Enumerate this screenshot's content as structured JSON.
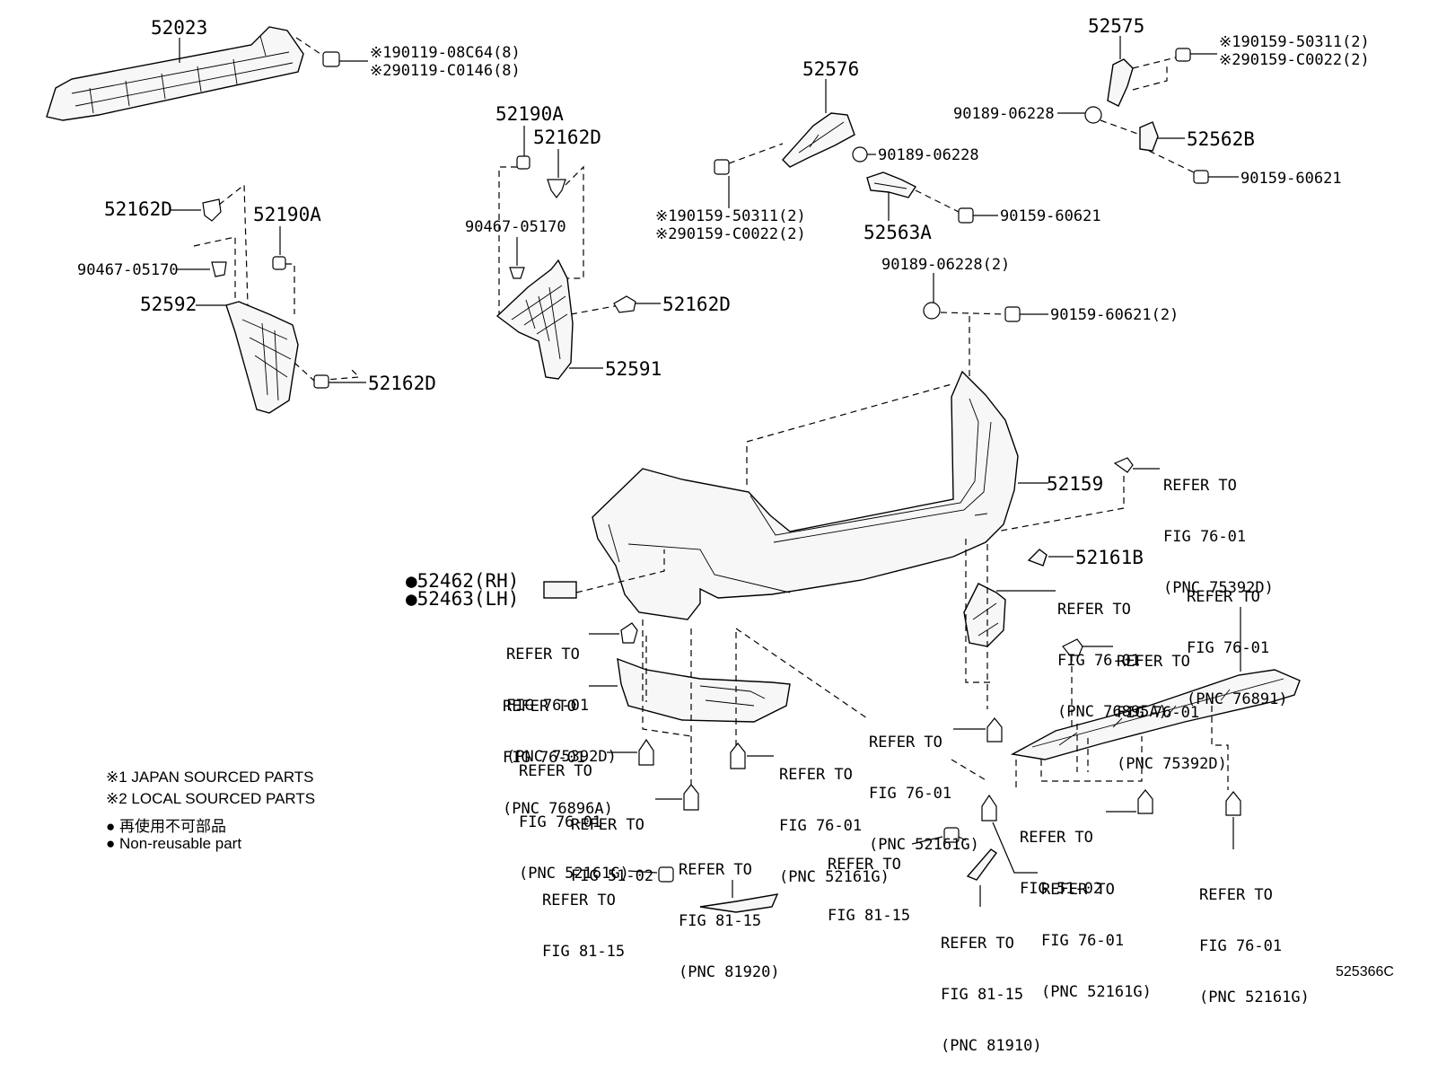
{
  "labels": {
    "p52023": "52023",
    "s1_190119": "※190119-08C64(8)",
    "s2_290119": "※290119-C0146(8)",
    "p52576": "52576",
    "p52575": "52575",
    "s1_190159_top": "※190159-50311(2)",
    "s2_290159_top": "※290159-C0022(2)",
    "b90189_a": "90189-06228",
    "p52562B": "52562B",
    "b90159_a": "90159-60621",
    "b90189_b": "90189-06228",
    "s1_190159_mid": "※190159-50311(2)",
    "s2_290159_mid": "※290159-C0022(2)",
    "p52563A": "52563A",
    "b90159_b": "90159-60621",
    "b90189_2": "90189-06228(2)",
    "b90159_2": "90159-60621(2)",
    "p52190A_r": "52190A",
    "p52162D_r1": "52162D",
    "p90467_r": "90467-05170",
    "p52162D_r2": "52162D",
    "p52591": "52591",
    "p52162D_l1": "52162D",
    "p52190A_l": "52190A",
    "p90467_l": "90467-05170",
    "p52592": "52592",
    "p52162D_l2": "52162D",
    "p52159": "52159",
    "p52161B": "52161B",
    "p52462": "●52462(RH)",
    "p52463": "●52463(LH)"
  },
  "refs": {
    "r1": [
      "REFER TO",
      "FIG 76-01",
      "(PNC 75392D)"
    ],
    "r2": [
      "REFER TO",
      "FIG 76-01",
      "(PNC 76895A)"
    ],
    "r3": [
      "REFER TO",
      "FIG 76-01",
      "(PNC 76891)"
    ],
    "r4": [
      "REFER TO",
      "FIG 76-01",
      "(PNC 75392D)"
    ],
    "r5": [
      "REFER TO",
      "FIG 76-01",
      "(PNC 75392D)"
    ],
    "r6": [
      "REFER TO",
      "FIG 76-01",
      "(PNC 76896A)"
    ],
    "r7": [
      "REFER TO",
      "FIG 76-01",
      "(PNC 52161G)"
    ],
    "r8": [
      "REFER TO",
      "FIG 76-01",
      "(PNC 52161G)"
    ],
    "r9": [
      "REFER TO",
      "FIG 76-01",
      "(PNC 52161G)"
    ],
    "r10": [
      "REFER TO",
      "FIG 51-02"
    ],
    "r11": [
      "REFER TO",
      "FIG 51-02"
    ],
    "r12": [
      "REFER TO",
      "FIG 81-15",
      "(PNC 81920)"
    ],
    "r13": [
      "REFER TO",
      "FIG 81-15"
    ],
    "r14": [
      "REFER TO",
      "FIG 81-15"
    ],
    "r15": [
      "REFER TO",
      "FIG 76-01",
      "(PNC 52161G)"
    ],
    "r16": [
      "REFER TO",
      "FIG 81-15",
      "(PNC 81910)"
    ],
    "r17": [
      "REFER TO",
      "FIG 76-01",
      "(PNC 52161G)"
    ]
  },
  "legend": {
    "l1": "※1 JAPAN SOURCED PARTS",
    "l2": "※2 LOCAL SOURCED PARTS",
    "l3": "● 再使用不可部品",
    "l4": "● Non-reusable part"
  },
  "diagram_id": "525366C"
}
